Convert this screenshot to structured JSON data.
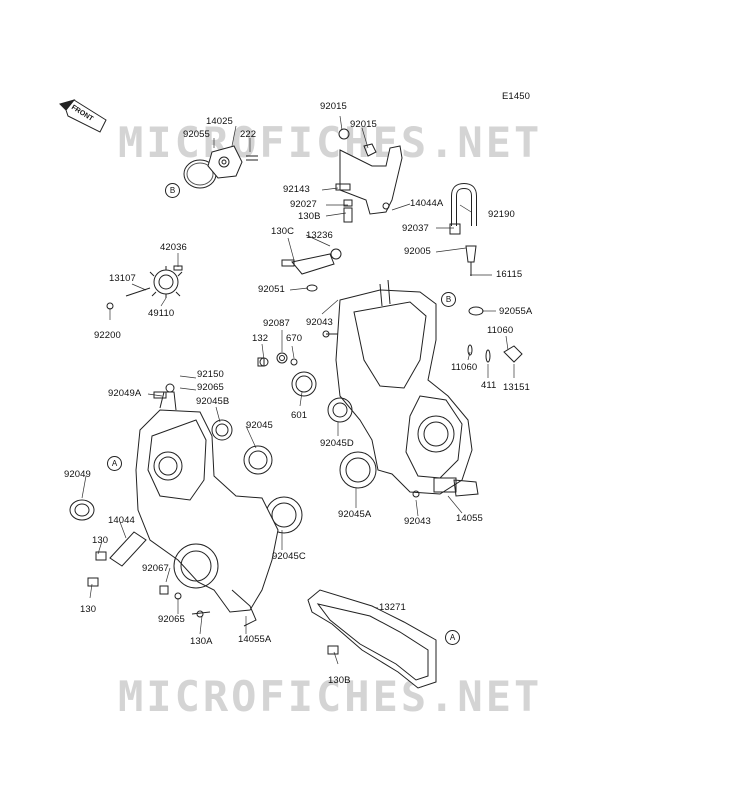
{
  "diagram_code": "E1450",
  "front_label": "FRONT",
  "watermark": "MICROFICHES.NET",
  "labels": {
    "p92015a": "92015",
    "p92015b": "92015",
    "p14025": "14025",
    "p92055": "92055",
    "p222": "222",
    "p92143": "92143",
    "p92027": "92027",
    "p130b_top": "130B",
    "p14044a": "14044A",
    "p92190": "92190",
    "p92037": "92037",
    "p92005": "92005",
    "p16115": "16115",
    "p92055a": "92055A",
    "p130c": "130C",
    "p13236": "13236",
    "p42036": "42036",
    "p13107": "13107",
    "p49110": "49110",
    "p92200": "92200",
    "p92051": "92051",
    "p92043_top": "92043",
    "p92087": "92087",
    "p132": "132",
    "p670": "670",
    "p11060a": "11060",
    "p11060b": "11060",
    "p411": "411",
    "p13151": "13151",
    "p92150": "92150",
    "p92065_top": "92065",
    "p92049a": "92049A",
    "p92045b": "92045B",
    "p601": "601",
    "p92045d": "92045D",
    "p92045": "92045",
    "p92049": "92049",
    "p92045a": "92045A",
    "p92043_bottom": "92043",
    "p14055": "14055",
    "p14044": "14044",
    "p92045c": "92045C",
    "p130_a": "130",
    "p130_b": "130",
    "p92067": "92067",
    "p92065_bottom": "92065",
    "p130a": "130A",
    "p14055a": "14055A",
    "p13271": "13271",
    "p130b_bottom": "130B"
  },
  "callouts": {
    "b_left": "B",
    "b_right": "B",
    "a_left": "A",
    "a_bottom": "A"
  }
}
